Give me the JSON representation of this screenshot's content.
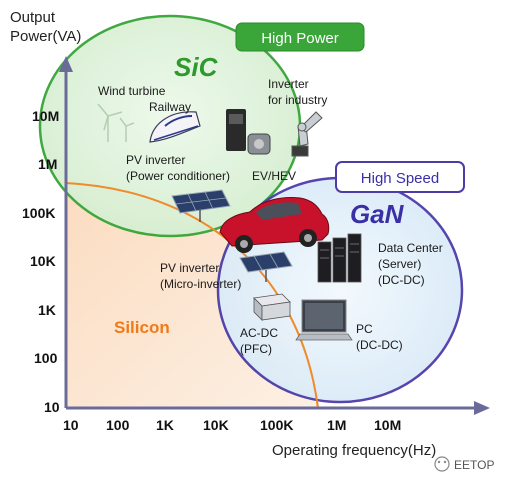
{
  "axes": {
    "y_title_line1": "Output",
    "y_title_line2": "Power(VA)",
    "x_title": "Operating frequency(Hz)",
    "y_ticks": [
      "10M",
      "1M",
      "100K",
      "10K",
      "1K",
      "100",
      "10"
    ],
    "x_ticks": [
      "10",
      "100",
      "1K",
      "10K",
      "100K",
      "1M",
      "10M"
    ]
  },
  "regions": {
    "sic": {
      "label": "SiC",
      "badge": "High Power"
    },
    "gan": {
      "label": "GaN",
      "badge": "High Speed"
    },
    "silicon": {
      "label": "Silicon"
    }
  },
  "applications": {
    "wind_line1": "Wind turbine",
    "railway": "Railway",
    "inverter_line1": "Inverter",
    "inverter_line2": "for industry",
    "pv_power_line1": "PV inverter",
    "pv_power_line2": "(Power conditioner)",
    "ev": "EV/HEV",
    "datacenter_line1": "Data Center",
    "datacenter_line2": "(Server)",
    "datacenter_line3": "(DC-DC)",
    "pv_micro_line1": "PV inverter",
    "pv_micro_line2": "(Micro-inverter)",
    "acdc_line1": "AC-DC",
    "acdc_line2": "(PFC)",
    "pc_line1": "PC",
    "pc_line2": "(DC-DC)"
  },
  "watermark": "EETOP",
  "colors": {
    "sic_fill": "#dff2dc",
    "sic_stroke": "#3aa63a",
    "sic_text": "#2c9a2c",
    "gan_fill": "#dfeef9",
    "gan_stroke": "#4c3ca8",
    "gan_text": "#3a2fa6",
    "silicon_fill": "#fbe2cc",
    "silicon_stroke": "#f08a2a",
    "silicon_text": "#f07a1a",
    "axis": "#6b6b9a"
  }
}
